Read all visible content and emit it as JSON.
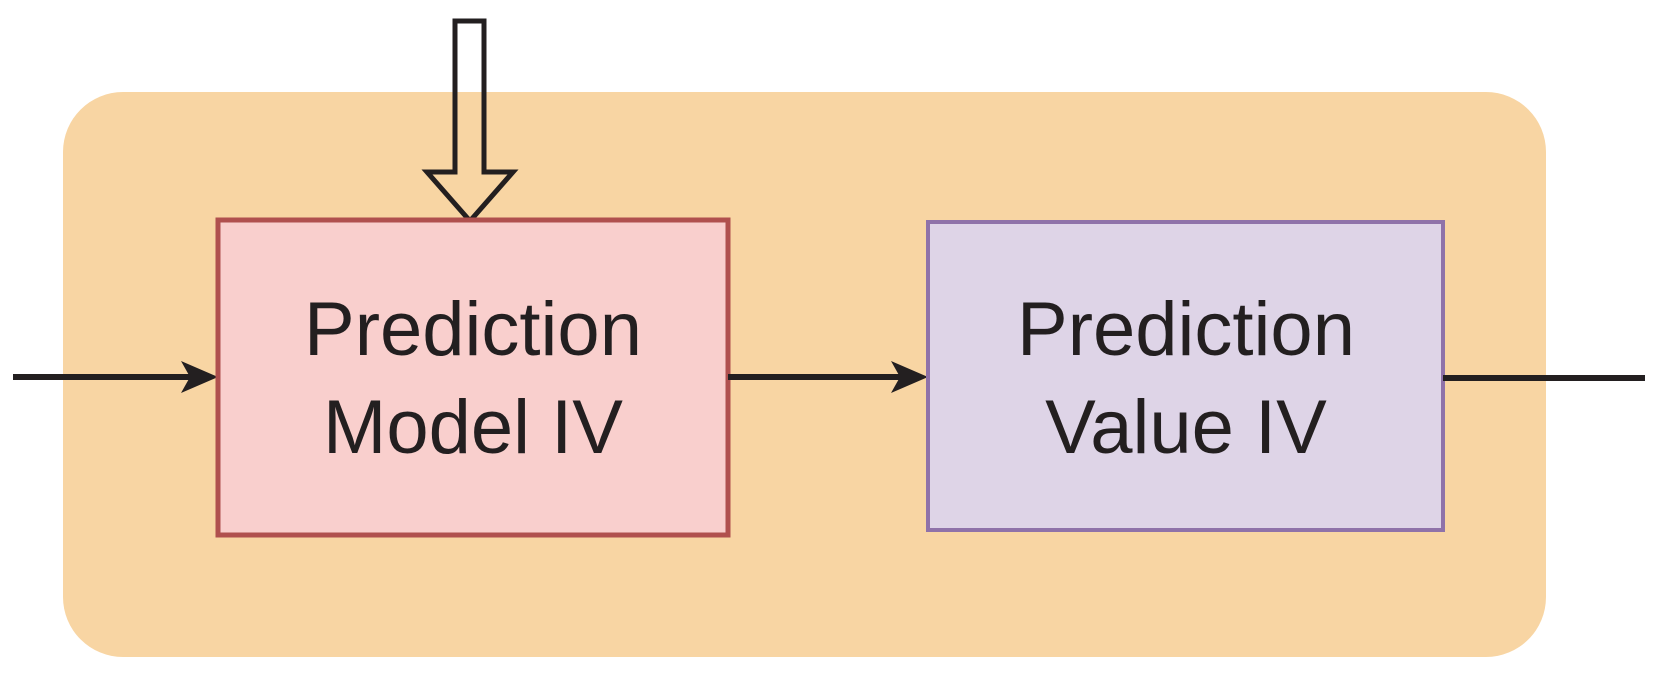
{
  "diagram": {
    "container": {
      "id": "outer-group",
      "fill": "#F8D5A3"
    },
    "nodes": {
      "prediction_model": {
        "id": "prediction-model-iv",
        "label": "Prediction Model IV",
        "line1": "Prediction",
        "line2": "Model IV",
        "fill": "#F9CFCD",
        "border": "#B0504E"
      },
      "prediction_value": {
        "id": "prediction-value-iv",
        "label": "Prediction Value IV",
        "line1": "Prediction",
        "line2": "Value IV",
        "fill": "#DED4E7",
        "border": "#8F72A9"
      }
    },
    "edges": [
      {
        "id": "input-arrow",
        "type": "solid-arrow",
        "from": "external-left",
        "to": "prediction-model-iv"
      },
      {
        "id": "top-hollow-arrow",
        "type": "hollow-arrow",
        "from": "external-top",
        "to": "prediction-model-iv"
      },
      {
        "id": "model-to-value-arrow",
        "type": "solid-arrow",
        "from": "prediction-model-iv",
        "to": "prediction-value-iv"
      },
      {
        "id": "output-line",
        "type": "plain-line",
        "from": "prediction-value-iv",
        "to": "external-right"
      }
    ],
    "colors": {
      "line": "#231F20",
      "text": "#231F20",
      "background": "#FFFFFF"
    }
  }
}
